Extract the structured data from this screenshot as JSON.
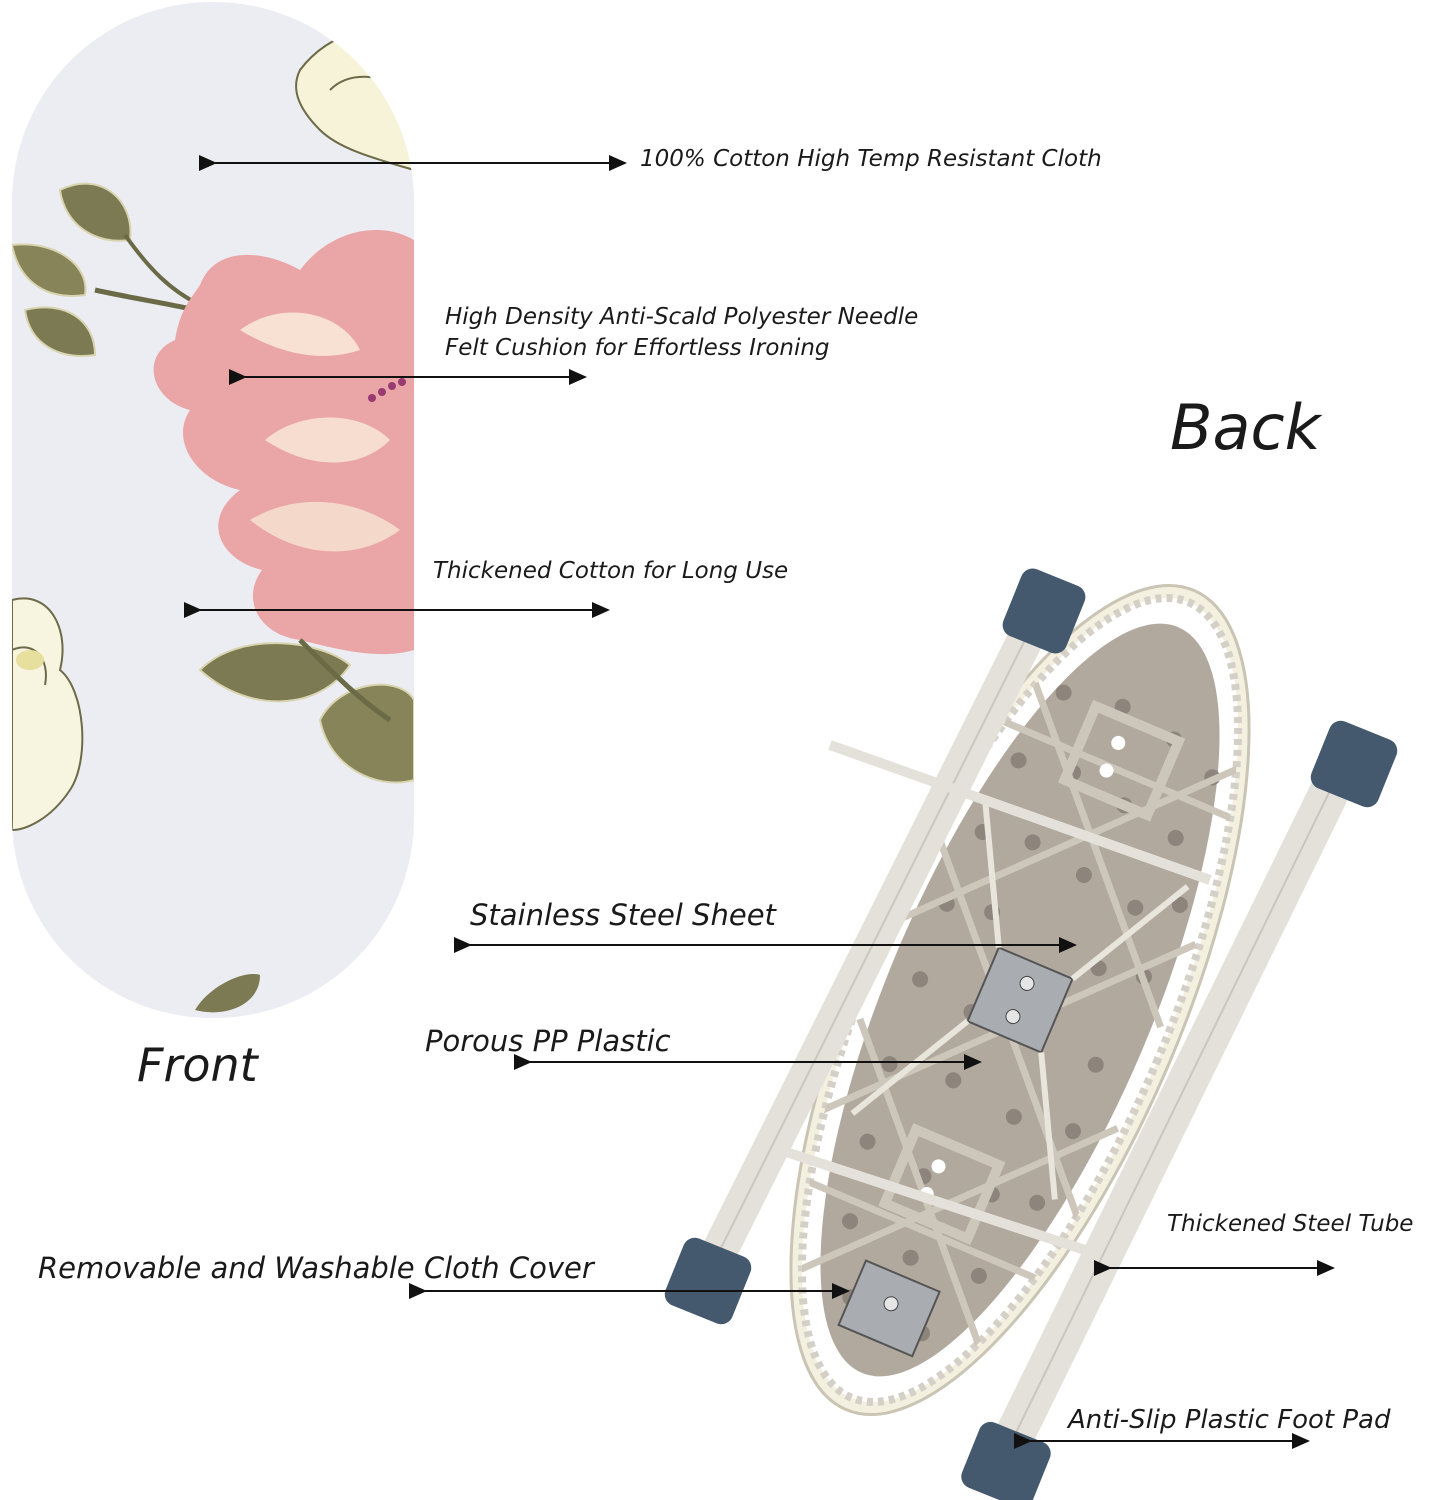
{
  "titles": {
    "front": "Front",
    "back": "Back"
  },
  "callouts": {
    "cotton_cloth": "100% Cotton High Temp Resistant Cloth",
    "felt_line1": "High Density Anti-Scald Polyester Needle",
    "felt_line2": "Felt Cushion for Effortless Ironing",
    "thickened_cotton": "Thickened Cotton for Long Use",
    "steel_sheet": "Stainless Steel Sheet",
    "pp_plastic": "Porous PP Plastic",
    "cloth_cover": "Removable and Washable Cloth Cover",
    "steel_tube": "Thickened Steel Tube",
    "foot_pad": "Anti-Slip Plastic Foot Pad"
  },
  "colors": {
    "board_fabric": "#ecedf3",
    "peony_pink": "#eaa6a6",
    "leaf_olive": "#7b7a52",
    "plastic_tray": "#b1a99e",
    "steel_tube": "#e4e1da",
    "foot_cap": "#44586e",
    "arrow": "#111111"
  }
}
